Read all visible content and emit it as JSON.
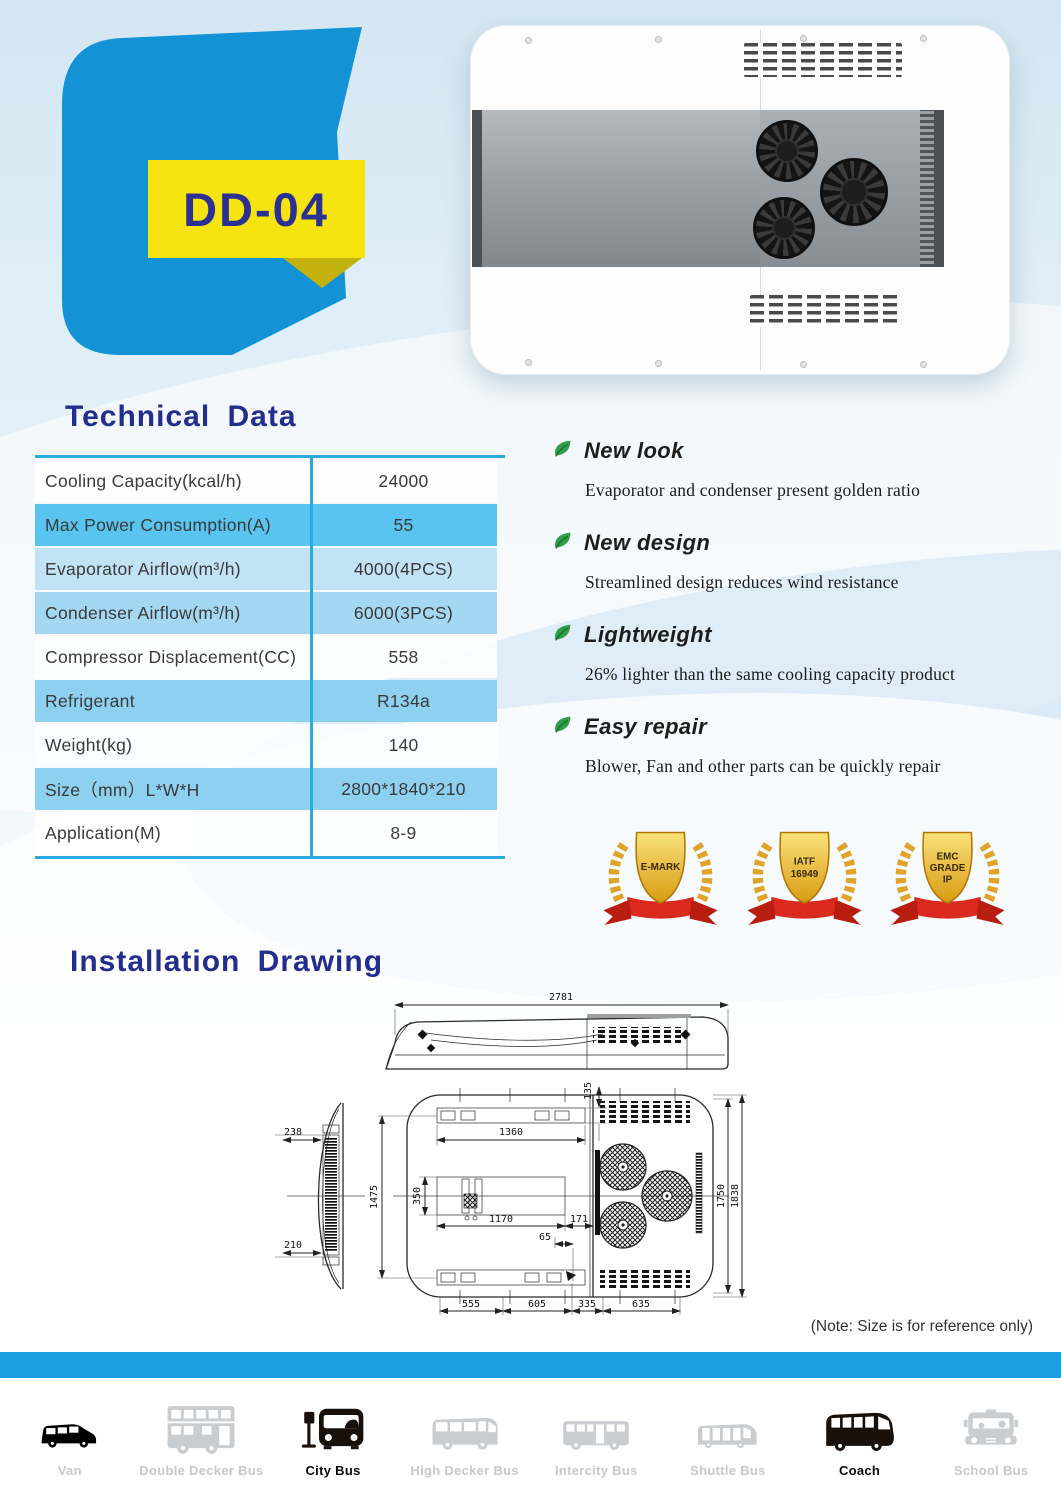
{
  "product": {
    "model": "DD-04"
  },
  "technical": {
    "title": "Technical Data",
    "rows": [
      {
        "label": "Cooling Capacity(kcal/h)",
        "value": "24000"
      },
      {
        "label": "Max Power Consumption(A)",
        "value": "55"
      },
      {
        "label": "Evaporator Airflow(m³/h)",
        "value": "4000(4PCS)"
      },
      {
        "label": "Condenser Airflow(m³/h)",
        "value": "6000(3PCS)"
      },
      {
        "label": "Compressor Displacement(CC)",
        "value": "558"
      },
      {
        "label": "Refrigerant",
        "value": "R134a"
      },
      {
        "label": "Weight(kg)",
        "value": "140"
      },
      {
        "label": "Size（mm）L*W*H",
        "value": "2800*1840*210"
      },
      {
        "label": "Application(M)",
        "value": "8-9"
      }
    ]
  },
  "features": [
    {
      "title": "New look",
      "desc": "Evaporator and condenser present golden ratio"
    },
    {
      "title": "New design",
      "desc": "Streamlined design reduces wind resistance"
    },
    {
      "title": "Lightweight",
      "desc": "26% lighter than the same cooling capacity product"
    },
    {
      "title": "Easy repair",
      "desc": "Blower, Fan and other parts can be quickly repair"
    }
  ],
  "badges": [
    {
      "line1": "E-MARK",
      "line2": "",
      "line3": ""
    },
    {
      "line1": "IATF",
      "line2": "16949",
      "line3": ""
    },
    {
      "line1": "EMC",
      "line2": "GRADE",
      "line3": "IP"
    }
  ],
  "installation": {
    "title": "Installation Drawing",
    "note": "(Note: Size is for reference only)",
    "dims": {
      "overall": "2781",
      "h135": "135",
      "w1360": "1360",
      "h1475": "1475",
      "h350": "350",
      "w1170": "1170",
      "w171": "171",
      "w65": "65",
      "w555": "555",
      "w605": "605",
      "w335": "335",
      "w635": "635",
      "w238": "238",
      "w210": "210",
      "h1750": "1750",
      "h1838": "1838"
    }
  },
  "vehicles": [
    {
      "label": "Van",
      "active": false
    },
    {
      "label": "Double Decker Bus",
      "active": false
    },
    {
      "label": "City Bus",
      "active": true
    },
    {
      "label": "High Decker Bus",
      "active": false
    },
    {
      "label": "Intercity Bus",
      "active": false
    },
    {
      "label": "Shuttle Bus",
      "active": false
    },
    {
      "label": "Coach",
      "active": true
    },
    {
      "label": "School Bus",
      "active": false
    }
  ],
  "colors": {
    "accent_blue": "#29abe2",
    "bar_blue": "#1b9fdf",
    "navy_heading": "#232d8e",
    "badge_yellow": "#f5e410",
    "leaf_green": "#2f9e46",
    "row_blue_strong": "#58c4ef",
    "row_blue_light": "#c2e3f6"
  }
}
